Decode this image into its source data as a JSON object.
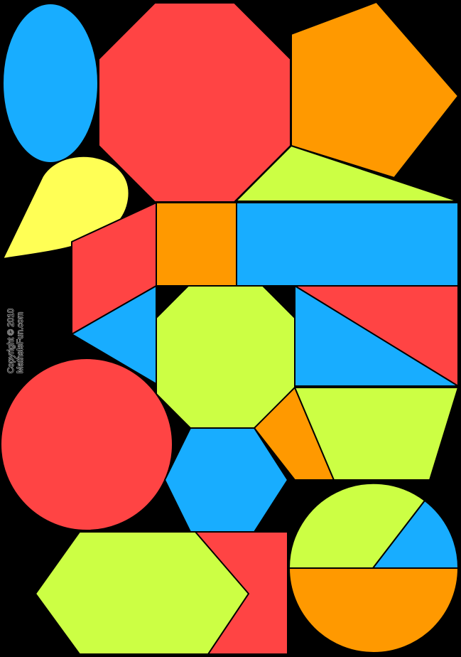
{
  "copyright": {
    "line1": "Copyright © 2010",
    "line2": "MathsIsFun.com"
  },
  "colors": {
    "background": "#000000",
    "red": "#ff4444",
    "orange": "#ff9900",
    "blue": "#18adff",
    "lime": "#ccff44",
    "yellow": "#ffff55",
    "outline": "#000000"
  },
  "shapes": [
    {
      "name": "blue-oval",
      "color": "blue"
    },
    {
      "name": "red-octagon",
      "color": "red"
    },
    {
      "name": "orange-pentagon",
      "color": "orange"
    },
    {
      "name": "yellow-teardrop",
      "color": "yellow"
    },
    {
      "name": "lime-trapezoid",
      "color": "lime"
    },
    {
      "name": "red-quadrilateral",
      "color": "red"
    },
    {
      "name": "orange-square",
      "color": "orange"
    },
    {
      "name": "blue-rectangle",
      "color": "blue"
    },
    {
      "name": "blue-triangle",
      "color": "blue"
    },
    {
      "name": "lime-octagon",
      "color": "lime"
    },
    {
      "name": "red-triangle",
      "color": "red"
    },
    {
      "name": "blue-right-triangle",
      "color": "blue"
    },
    {
      "name": "red-circle",
      "color": "red"
    },
    {
      "name": "orange-parallelogram",
      "color": "orange"
    },
    {
      "name": "lime-trapezoid-lower",
      "color": "lime"
    },
    {
      "name": "blue-hexagon",
      "color": "blue"
    },
    {
      "name": "lime-hexagon",
      "color": "lime"
    },
    {
      "name": "red-notched-square",
      "color": "red"
    },
    {
      "name": "lime-circle-sector",
      "color": "lime"
    },
    {
      "name": "blue-circle-sector",
      "color": "blue"
    },
    {
      "name": "orange-semicircle",
      "color": "orange"
    }
  ]
}
